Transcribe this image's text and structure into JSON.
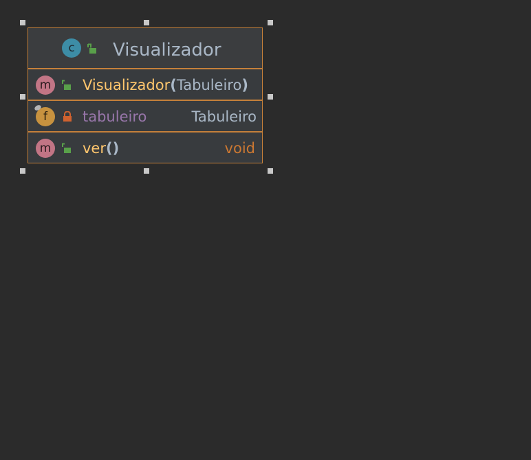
{
  "uml_class": {
    "kind_icon": "class-icon",
    "kind_letter": "c",
    "visibility_icon": "unlocked-icon",
    "name": "Visualizador",
    "members": [
      {
        "kind": "method",
        "kind_letter": "m",
        "visibility_icon": "unlocked-icon",
        "name": "Visualizador",
        "open_paren": "(",
        "params": "Tabuleiro",
        "close_paren": ")",
        "type": ""
      },
      {
        "kind": "field",
        "kind_letter": "f",
        "visibility_icon": "locked-icon",
        "name": "tabuleiro",
        "type": "Tabuleiro"
      },
      {
        "kind": "method",
        "kind_letter": "m",
        "visibility_icon": "unlocked-icon",
        "name": "ver",
        "parens": "()",
        "type": "void"
      }
    ]
  },
  "colors": {
    "background": "#2b2b2b",
    "border_selected": "#c5803a",
    "class_badge": "#3d8da6",
    "method_badge": "#c27585",
    "field_badge": "#c7923f",
    "method_name": "#ffc66d",
    "field_name": "#9876aa",
    "type_text": "#a9b7c6",
    "keyword_type": "#cc7832",
    "public_lock": "#59a04a",
    "private_lock": "#d0622f"
  }
}
